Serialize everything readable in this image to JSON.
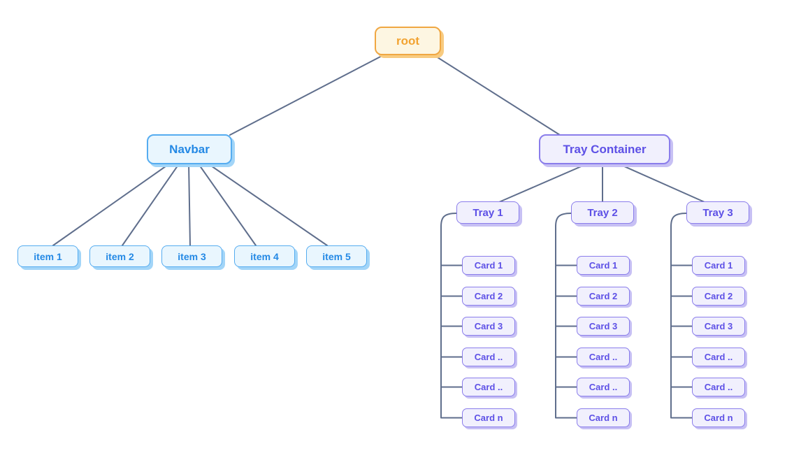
{
  "diagram": {
    "root": {
      "label": "root"
    },
    "navbar": {
      "label": "Navbar",
      "items": [
        {
          "label": "item 1"
        },
        {
          "label": "item 2"
        },
        {
          "label": "item 3"
        },
        {
          "label": "item 4"
        },
        {
          "label": "item 5"
        }
      ]
    },
    "tray_container": {
      "label": "Tray Container",
      "trays": [
        {
          "label": "Tray 1",
          "cards": [
            {
              "label": "Card 1"
            },
            {
              "label": "Card 2"
            },
            {
              "label": "Card 3"
            },
            {
              "label": "Card .."
            },
            {
              "label": "Card .."
            },
            {
              "label": "Card n"
            }
          ]
        },
        {
          "label": "Tray 2",
          "cards": [
            {
              "label": "Card 1"
            },
            {
              "label": "Card 2"
            },
            {
              "label": "Card 3"
            },
            {
              "label": "Card .."
            },
            {
              "label": "Card .."
            },
            {
              "label": "Card n"
            }
          ]
        },
        {
          "label": "Tray 3",
          "cards": [
            {
              "label": "Card 1"
            },
            {
              "label": "Card 2"
            },
            {
              "label": "Card 3"
            },
            {
              "label": "Card .."
            },
            {
              "label": "Card .."
            },
            {
              "label": "Card n"
            }
          ]
        }
      ]
    }
  },
  "colors": {
    "edge": "#5f6e8c",
    "root_fill": "#fdf6e2",
    "root_border": "#f0a742",
    "root_text": "#f2a331",
    "root_shadow": "#f8cb80",
    "blue_fill": "#e9f6fe",
    "blue_border": "#55acf0",
    "blue_text": "#2489e5",
    "blue_shadow": "#a2d5f8",
    "purple_fill": "#f1f0fd",
    "purple_border": "#8a7deb",
    "purple_text": "#5d50e6",
    "purple_shadow": "#c7c0f4"
  }
}
